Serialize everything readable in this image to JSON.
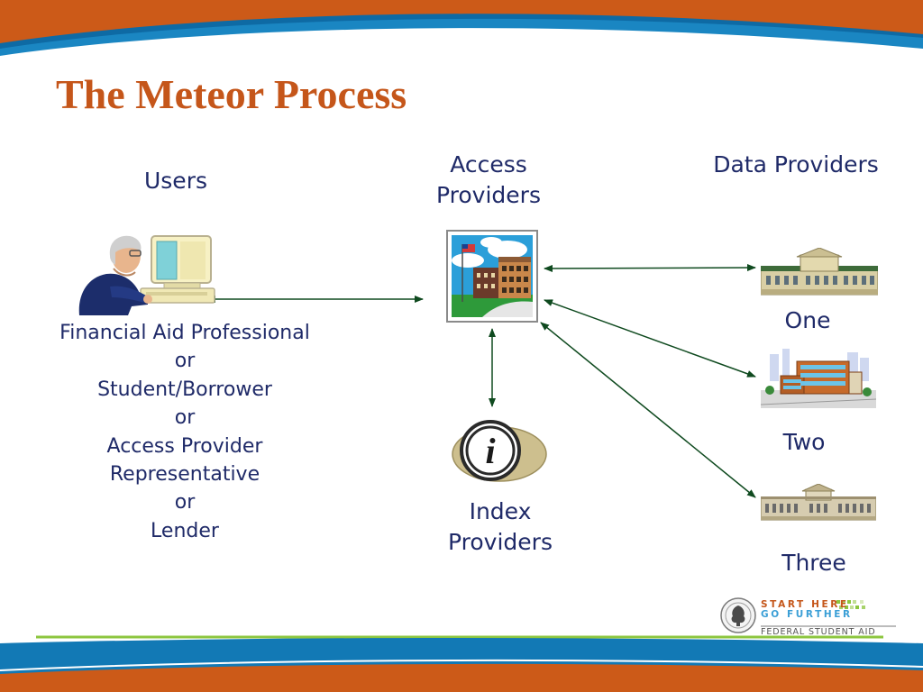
{
  "slide": {
    "title": "The Meteor Process"
  },
  "diagram": {
    "users": {
      "heading": "Users",
      "roles": [
        "Financial Aid Professional",
        "or",
        "Student/Borrower",
        "or",
        "Access Provider",
        "Representative",
        "or",
        "Lender"
      ]
    },
    "access_providers": {
      "heading_line1": "Access",
      "heading_line2": "Providers"
    },
    "index_providers": {
      "label_line1": "Index",
      "label_line2": "Providers"
    },
    "data_providers": {
      "heading": "Data Providers",
      "items": [
        "One",
        "Two",
        "Three"
      ]
    }
  },
  "logo": {
    "line1": "START HERE",
    "line2": "GO FURTHER",
    "line3": "FEDERAL STUDENT AID"
  },
  "colors": {
    "title": "#c5561a",
    "text": "#1f2a68",
    "band_orange": "#cc5a18",
    "band_blue": "#1279b5",
    "arrow": "#0f4a1f"
  }
}
